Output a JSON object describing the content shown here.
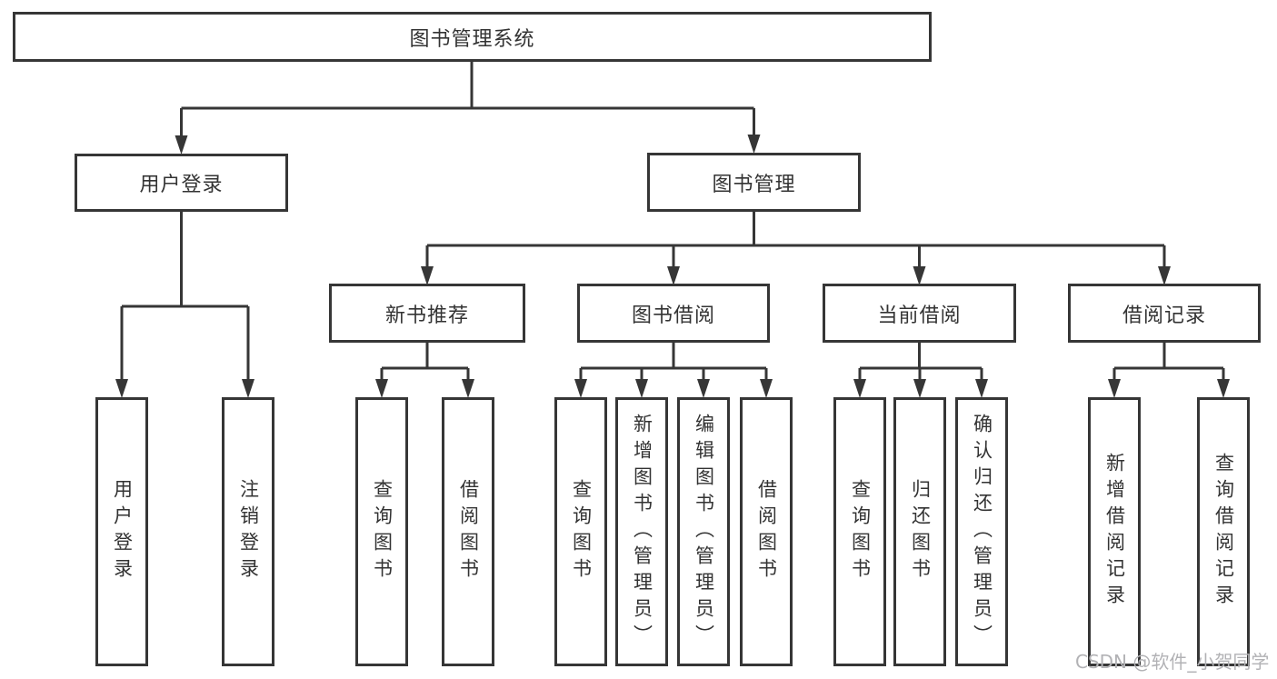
{
  "diagram": {
    "title": "图书管理系统",
    "branches": [
      {
        "label": "用户登录",
        "children": [
          "用户登录",
          "注销登录"
        ]
      },
      {
        "label": "图书管理"
      }
    ],
    "modules": [
      {
        "label": "新书推荐",
        "children": [
          "查询图书",
          "借阅图书"
        ]
      },
      {
        "label": "图书借阅",
        "children": [
          "查询图书",
          "新增图书（管理员）",
          "编辑图书（管理员）",
          "借阅图书"
        ]
      },
      {
        "label": "当前借阅",
        "children": [
          "查询图书",
          "归还图书",
          "确认归还（管理员）"
        ]
      },
      {
        "label": "借阅记录",
        "children": [
          "新增借阅记录",
          "查询借阅记录"
        ]
      }
    ]
  },
  "watermark": {
    "text": "CSDN @软件_小贺同学"
  },
  "colors": {
    "line": "#363636",
    "box_border": "#363636",
    "text": "#333333",
    "watermark": "#b2b2b5",
    "background": "#ffffff"
  }
}
